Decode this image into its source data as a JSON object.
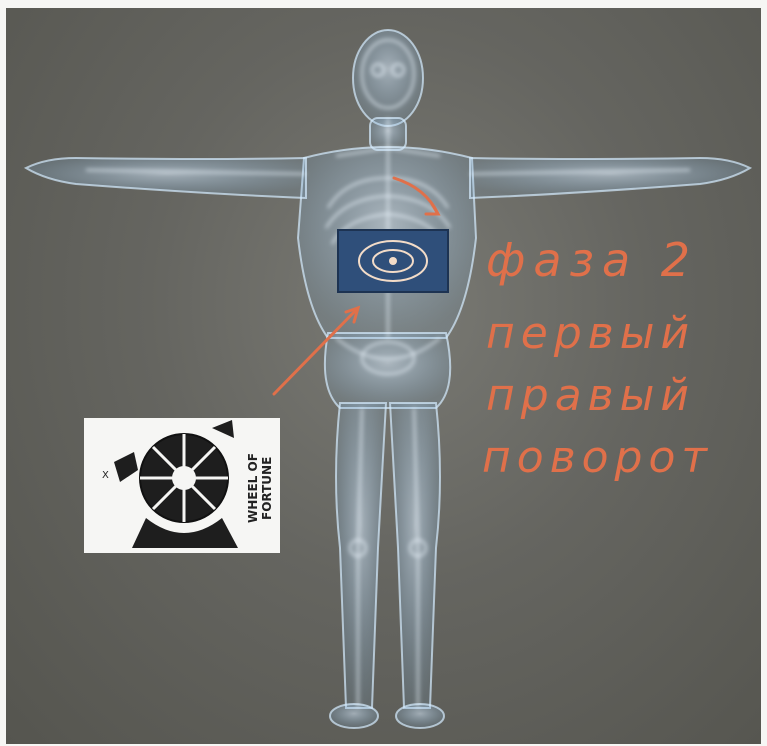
{
  "annotation": {
    "line1": "фаза 2",
    "line2": "первый",
    "line3": "правый",
    "line4": "поворот"
  },
  "tarot_card": {
    "label": "WHEEL OF FORTUNE",
    "roman_numeral": "X"
  },
  "colors": {
    "background": "#65655f",
    "ink": "#e0704a",
    "skeleton": "#cfe8ff",
    "body_glow": "#9fc9ef",
    "panel": "#2f4f7a"
  }
}
